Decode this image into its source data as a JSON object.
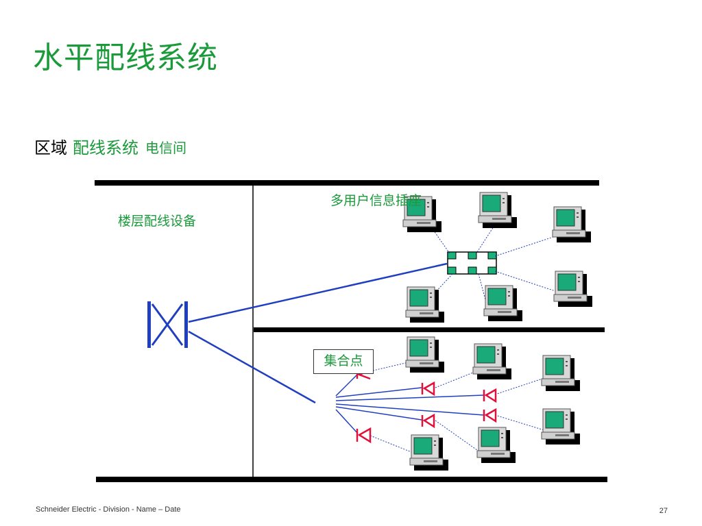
{
  "slide": {
    "title": "水平配线系统",
    "subtitle_black": "区域",
    "subtitle_green": "配线系统",
    "subtitle_overlap": "电信间"
  },
  "diagram": {
    "floor_equipment_label": "楼层配线设备",
    "multi_user_outlet_label": "多用户信息插座",
    "consolidation_point_label": "集合点"
  },
  "footer": {
    "left": "Schneider Electric - Division - Name – Date",
    "page": "27"
  },
  "colors": {
    "title_green": "#1a9a3a",
    "cable_blue": "#1f3fbf",
    "connector_red": "#e0103a",
    "screen_green": "#1aaa7a",
    "outlet_green": "#19b27b"
  }
}
